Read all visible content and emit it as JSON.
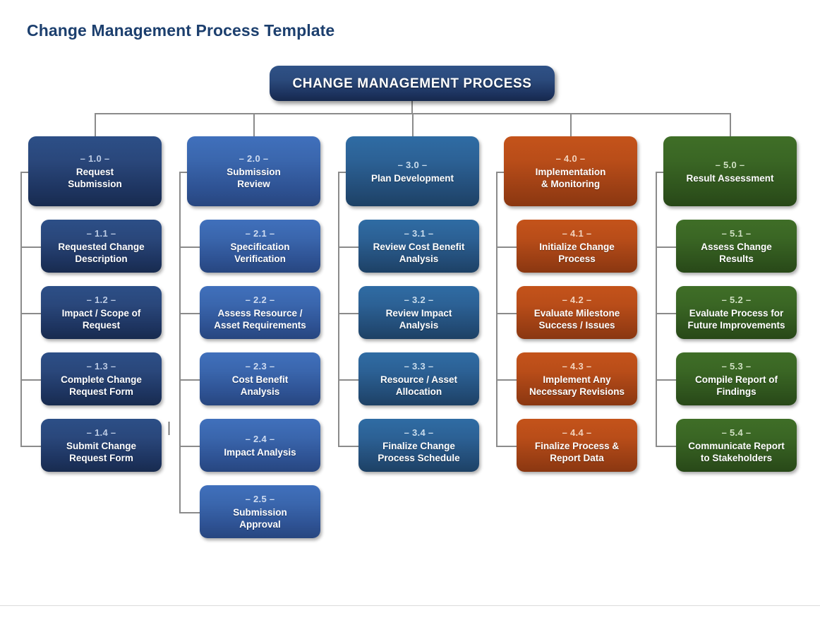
{
  "page": {
    "title": "Change Management Process Template",
    "title_color": "#1c3f6e",
    "background": "#ffffff",
    "connector_color": "#8b8b8b",
    "footer_rule_color": "#dcdcdc"
  },
  "root": {
    "label": "CHANGE MANAGEMENT PROCESS",
    "color": "#1d3460"
  },
  "columns": [
    {
      "id": "column-1",
      "accent": "#1e3561",
      "palette": "c1",
      "header": {
        "num": "– 1.0 –",
        "label": "Request\nSubmission"
      },
      "steps": [
        {
          "num": "– 1.1 –",
          "label": "Requested Change\nDescription"
        },
        {
          "num": "– 1.2 –",
          "label": "Impact / Scope of\nRequest"
        },
        {
          "num": "– 1.3 –",
          "label": "Complete Change\nRequest Form"
        },
        {
          "num": "– 1.4 –",
          "label": "Submit Change\nRequest Form"
        }
      ]
    },
    {
      "id": "column-2",
      "accent": "#2e5293",
      "palette": "c2",
      "header": {
        "num": "– 2.0 –",
        "label": "Submission\nReview"
      },
      "steps": [
        {
          "num": "– 2.1 –",
          "label": "Specification\nVerification"
        },
        {
          "num": "– 2.2 –",
          "label": "Assess Resource /\nAsset Requirements"
        },
        {
          "num": "– 2.3 –",
          "label": "Cost Benefit\nAnalysis"
        },
        {
          "num": "– 2.4 –",
          "label": "Impact Analysis"
        },
        {
          "num": "– 2.5 –",
          "label": "Submission\nApproval"
        }
      ]
    },
    {
      "id": "column-3",
      "accent": "#234d78",
      "palette": "c3",
      "header": {
        "num": "– 3.0 –",
        "label": "Plan Development"
      },
      "steps": [
        {
          "num": "– 3.1 –",
          "label": "Review Cost Benefit\nAnalysis"
        },
        {
          "num": "– 3.2 –",
          "label": "Review Impact\nAnalysis"
        },
        {
          "num": "– 3.3 –",
          "label": "Resource / Asset\nAllocation"
        },
        {
          "num": "– 3.4 –",
          "label": "Finalize Change\nProcess Schedule"
        }
      ]
    },
    {
      "id": "column-4",
      "accent": "#9c3f14",
      "palette": "c4",
      "header": {
        "num": "– 4.0 –",
        "label": "Implementation\n& Monitoring"
      },
      "steps": [
        {
          "num": "– 4.1 –",
          "label": "Initialize Change\nProcess"
        },
        {
          "num": "– 4.2 –",
          "label": "Evaluate Milestone\nSuccess / Issues"
        },
        {
          "num": "– 4.3 –",
          "label": "Implement Any\nNecessary Revisions"
        },
        {
          "num": "– 4.4 –",
          "label": "Finalize Process &\nReport Data"
        }
      ]
    },
    {
      "id": "column-5",
      "accent": "#2f541d",
      "palette": "c5",
      "header": {
        "num": "– 5.0 –",
        "label": "Result Assessment"
      },
      "steps": [
        {
          "num": "– 5.1 –",
          "label": "Assess Change\nResults"
        },
        {
          "num": "– 5.2 –",
          "label": "Evaluate Process for\nFuture Improvements"
        },
        {
          "num": "– 5.3 –",
          "label": "Compile Report of\nFindings"
        },
        {
          "num": "– 5.4 –",
          "label": "Communicate Report\nto Stakeholders"
        }
      ]
    }
  ]
}
